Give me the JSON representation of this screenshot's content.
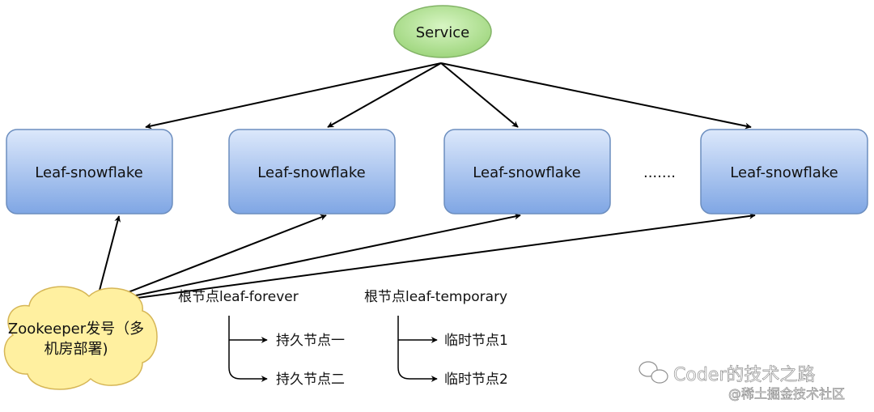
{
  "service_label": "Service",
  "leaf_nodes": [
    {
      "label": "Leaf-snowflake"
    },
    {
      "label": "Leaf-snowflake"
    },
    {
      "label": "Leaf-snowflake"
    },
    {
      "label": "Leaf-snowflake"
    }
  ],
  "ellipsis": ".......",
  "zookeeper": {
    "line1": "Zookeeper发号（多",
    "line2": "机房部署)"
  },
  "forever_tree": {
    "root": "根节点leaf-forever",
    "children": [
      "持久节点一",
      "持久节点二"
    ]
  },
  "temporary_tree": {
    "root": "根节点leaf-temporary",
    "children": [
      "临时节点1",
      "临时节点2"
    ]
  },
  "watermark": {
    "title": "Coder的技术之路",
    "subtitle": "@稀土掘金技术社区"
  },
  "colors": {
    "service_fill": "#a9e08a",
    "node_fill_top": "#dce8fb",
    "node_fill_bottom": "#7fa6e4",
    "node_stroke": "#6c8ebf",
    "cloud_fill": "#fff0a0",
    "cloud_stroke": "#d6b656"
  }
}
